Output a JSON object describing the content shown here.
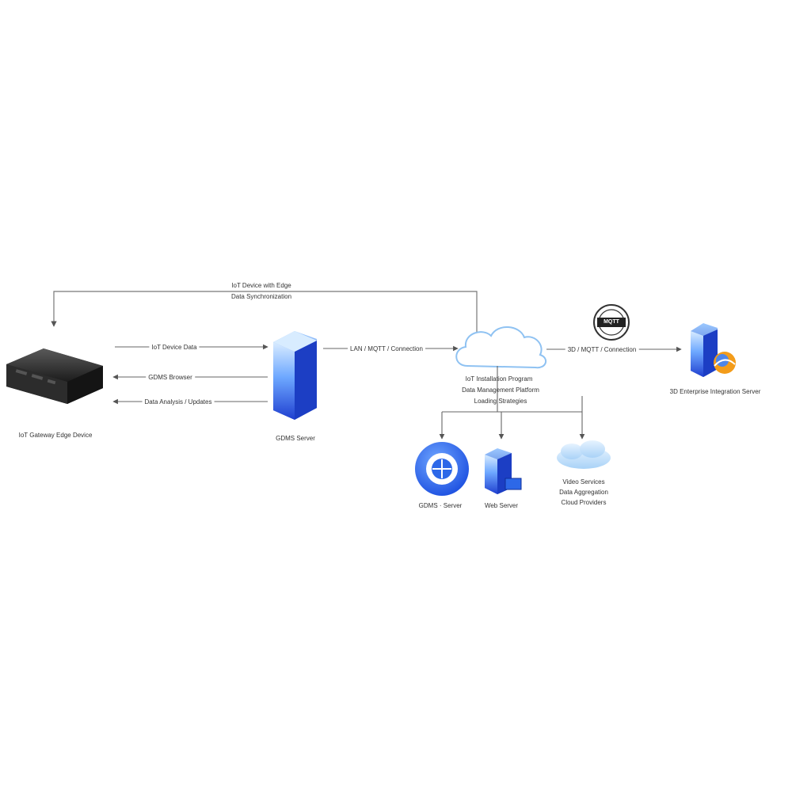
{
  "diagram": {
    "colors": {
      "line": "#666666",
      "server_blue": "#1f4fe0",
      "server_light": "#cfe4ff",
      "cloud_stroke": "#8fc2f2",
      "device_dark": "#2a2a2a",
      "accent_orange": "#f39c1a"
    },
    "top_bracket": {
      "line1": "IoT Device with Edge",
      "line2": "Data Synchronization"
    },
    "nodes": {
      "edge_device": "IoT Gateway Edge Device",
      "server": "GDMS Server",
      "cloud_line1": "IoT Installation Program",
      "cloud_line2": "Data Management Platform",
      "cloud_line3": "Loading Strategies",
      "database": "GDMS · Server",
      "web_server": "Web Server",
      "small_cloud_line1": "Video Services",
      "small_cloud_line2": "Data Aggregation",
      "small_cloud_line3": "Cloud Providers",
      "right_server": "3D Enterprise Integration Server"
    },
    "connections": {
      "device_to_server_1": "IoT Device Data",
      "device_to_server_2": "GDMS Browser",
      "device_to_server_3": "Data Analysis / Updates",
      "server_to_cloud": "LAN / MQTT / Connection",
      "cloud_to_right": "3D / MQTT / Connection",
      "badge_label": "MQTT"
    }
  }
}
